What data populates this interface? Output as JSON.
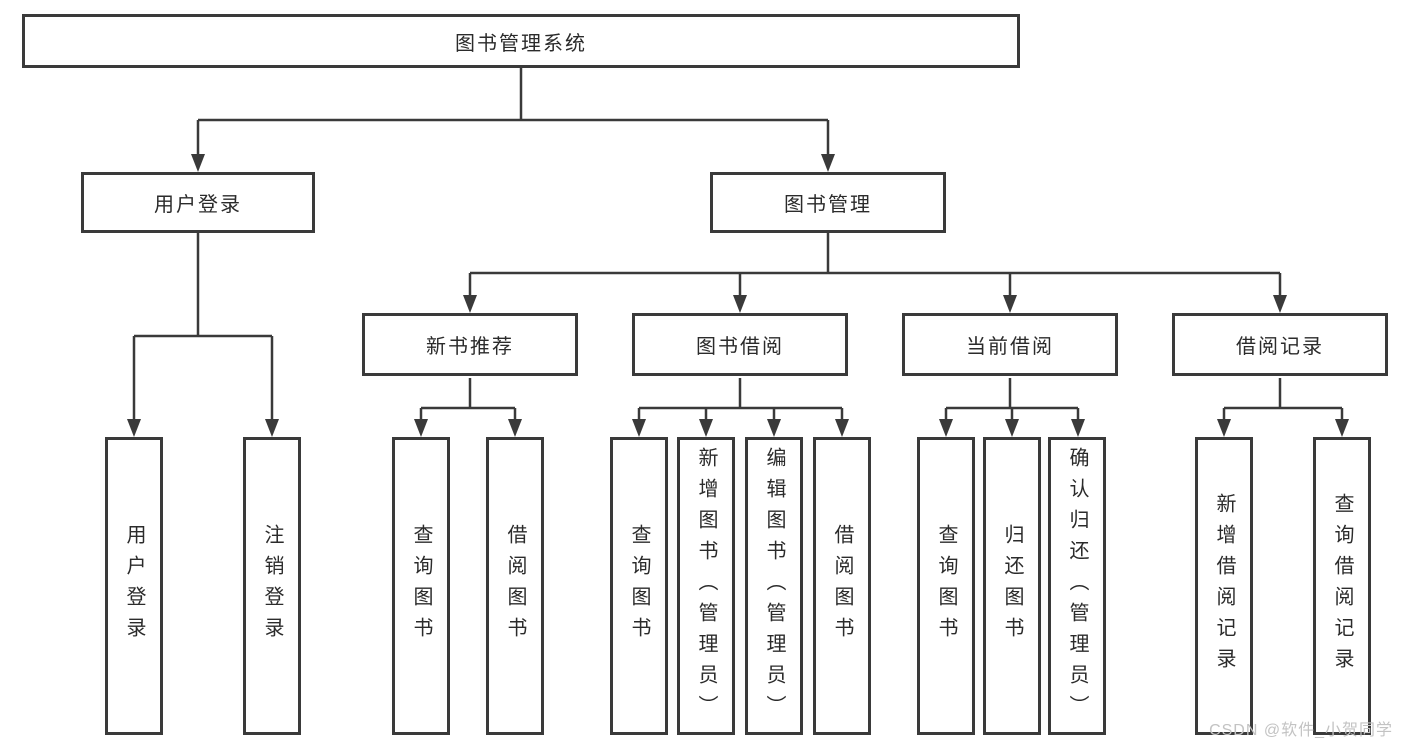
{
  "diagram_title": "图书管理系统",
  "tree": {
    "root": {
      "label": "图书管理系统"
    },
    "branches": [
      {
        "label": "用户登录",
        "children": [
          {
            "label": "用户登录"
          },
          {
            "label": "注销登录"
          }
        ]
      },
      {
        "label": "图书管理",
        "children": [
          {
            "label": "新书推荐",
            "children": [
              {
                "label": "查询图书"
              },
              {
                "label": "借阅图书"
              }
            ]
          },
          {
            "label": "图书借阅",
            "children": [
              {
                "label": "查询图书"
              },
              {
                "label": "新增图书（管理员）"
              },
              {
                "label": "编辑图书（管理员）"
              },
              {
                "label": "借阅图书"
              }
            ]
          },
          {
            "label": "当前借阅",
            "children": [
              {
                "label": "查询图书"
              },
              {
                "label": "归还图书"
              },
              {
                "label": "确认归还（管理员）"
              }
            ]
          },
          {
            "label": "借阅记录",
            "children": [
              {
                "label": "新增借阅记录"
              },
              {
                "label": "查询借阅记录"
              }
            ]
          }
        ]
      }
    ]
  },
  "watermark": "CSDN @软件_小贺同学",
  "colors": {
    "line": "#3a3a3a",
    "box_border": "#3a3a3a",
    "text": "#2b2b2b",
    "watermark_text": "#c3c3c3",
    "background": "#ffffff"
  }
}
